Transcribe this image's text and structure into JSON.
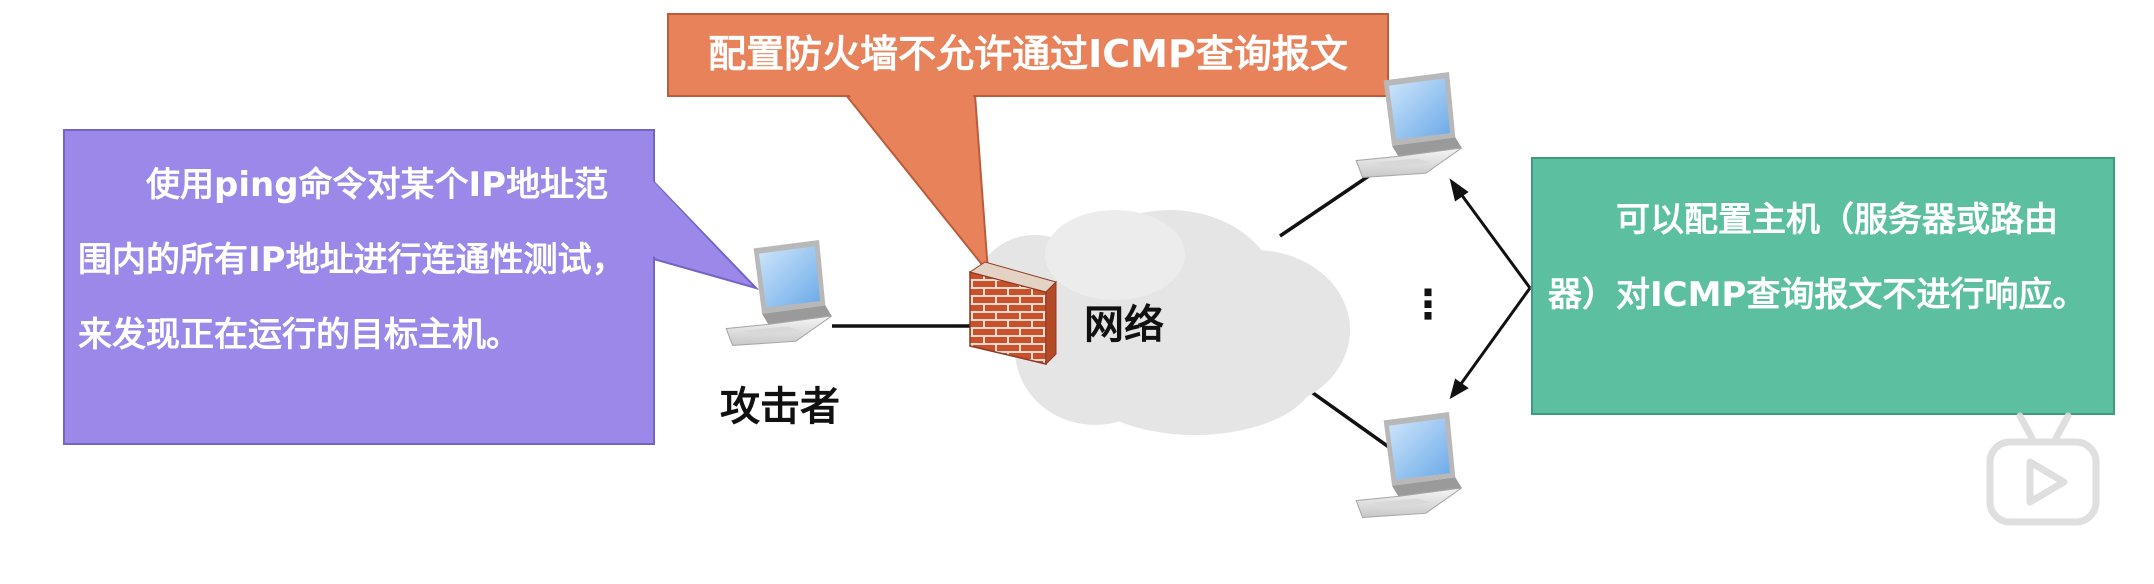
{
  "callouts": {
    "ping_scan": "使用ping命令对某个IP地址范围内的所有IP地址进行连通性测试，来发现正在运行的目标主机。",
    "firewall": "配置防火墙不允许通过ICMP查询报文",
    "host_config": "可以配置主机（服务器或路由器）对ICMP查询报文不进行响应。"
  },
  "labels": {
    "attacker": "攻击者",
    "network": "网络",
    "ellipsis": "⋮"
  },
  "colors": {
    "purple_box": "#9b88e8",
    "orange_box": "#e8825a",
    "green_box": "#5cbfa0",
    "cloud": "#e4e4e4",
    "brick": "#c9502a"
  },
  "icons": [
    "laptop-icon",
    "firewall-brick-icon",
    "cloud-icon",
    "play-button-icon"
  ]
}
